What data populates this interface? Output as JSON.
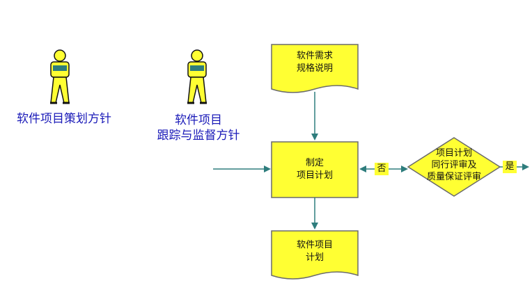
{
  "actors": [
    {
      "label": "软件项目策划方针"
    },
    {
      "label_line1": "软件项目",
      "label_line2": "跟踪与监督方针"
    }
  ],
  "nodes": {
    "requirements_doc": {
      "line1": "软件需求",
      "line2": "规格说明"
    },
    "make_plan": {
      "line1": "制定",
      "line2": "项目计划"
    },
    "review_decision": {
      "line1": "项目计划",
      "line2": "同行评审及",
      "line3": "质量保证评审"
    },
    "plan_doc": {
      "line1": "软件项目",
      "line2": "计划"
    }
  },
  "edge_labels": {
    "no": "否",
    "yes": "是"
  },
  "colors": {
    "fill": "#ffff33",
    "stroke": "#6b6b6b",
    "arrow": "#2e7d7d",
    "label_text": "#1a1ab8",
    "actor_body": "#ffff33",
    "actor_outline": "#111111"
  },
  "icons": [
    "person-icon",
    "person-icon"
  ]
}
